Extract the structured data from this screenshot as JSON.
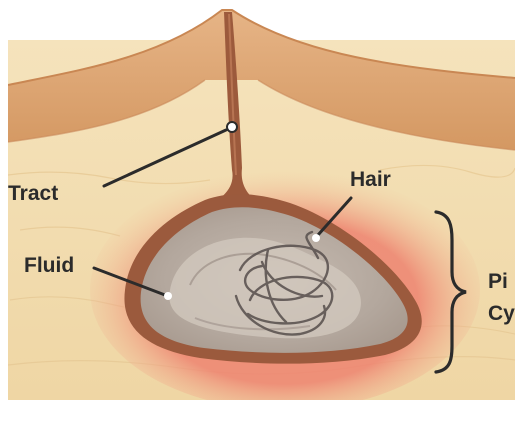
{
  "labels": {
    "tract": "Tract",
    "hair": "Hair",
    "fluid": "Fluid",
    "cyst_line1": "Pi",
    "cyst_line2": "Cy"
  },
  "colors": {
    "background": "#ffffff",
    "epidermis": "#d9a06d",
    "epidermis_light": "#e8b98a",
    "dermis": "#f2dcae",
    "dermis_light": "#f6e6c2",
    "tract_fill": "#9c5a3c",
    "inflammation": "#f08a78",
    "cyst_wall": "#9b5a3d",
    "cyst_fill": "#b8aca2",
    "cyst_fill_light": "#d4cbc2",
    "hair_stroke": "#5d5552",
    "label_text": "#2b2b2b",
    "pointer_line": "#2b2b2b"
  },
  "icons": {
    "hair": "hair-strands-icon",
    "brace": "right-curly-brace-icon"
  }
}
